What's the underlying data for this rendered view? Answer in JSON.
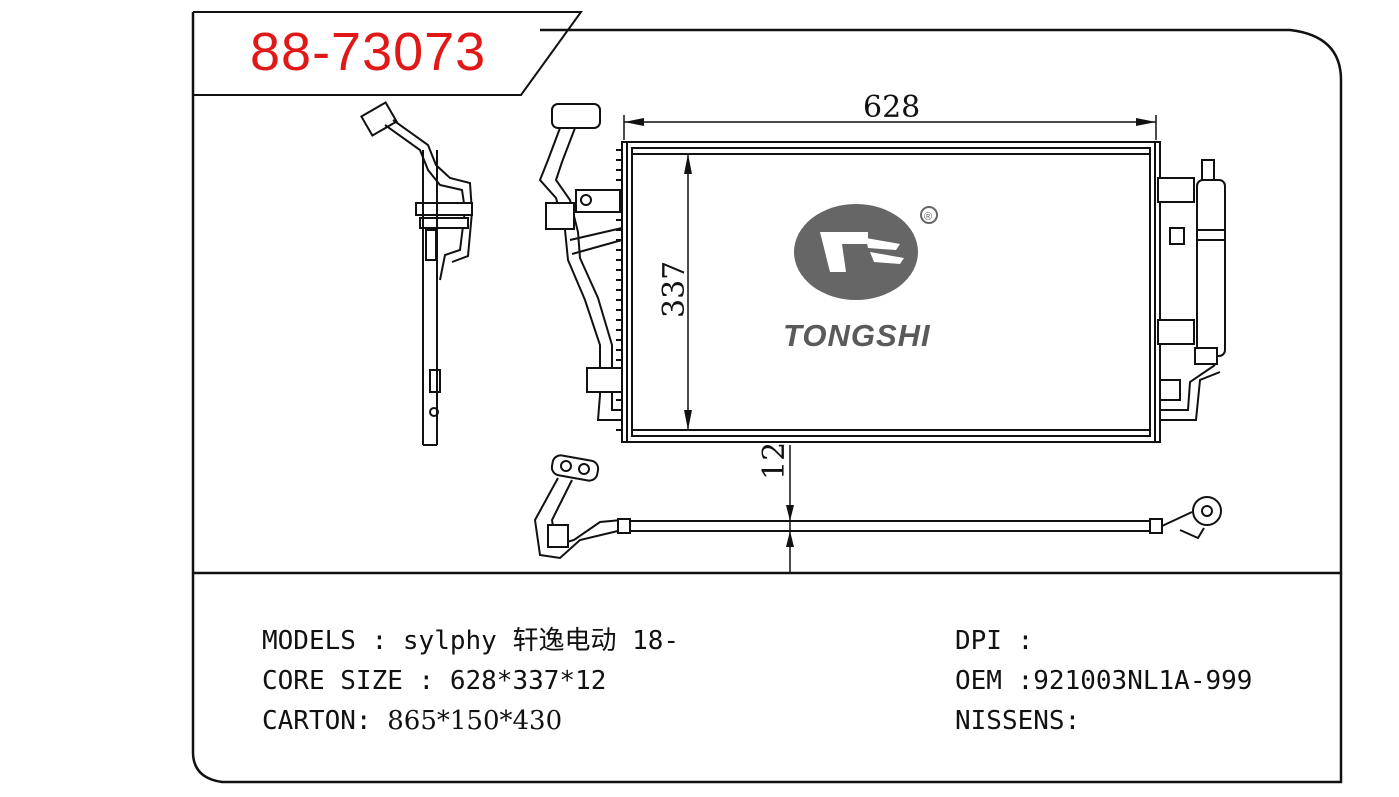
{
  "part_number": "88-73073",
  "brand": {
    "name": "TONGSHI",
    "registered_mark": "®"
  },
  "dimensions": {
    "width": "628",
    "height": "337",
    "thickness": "12"
  },
  "specs": {
    "models_label": "MODELS : ",
    "models_value": "sylphy 轩逸电动 18-",
    "core_label": "CORE SIZE : ",
    "core_value": "628*337*12",
    "carton_label": "CARTON: ",
    "carton_value": "865*150*430",
    "dpi_label": "DPI :",
    "dpi_value": "",
    "oem_label": "OEM :",
    "oem_value": "921003NL1A-999",
    "nissens_label": "NISSENS:",
    "nissens_value": ""
  }
}
